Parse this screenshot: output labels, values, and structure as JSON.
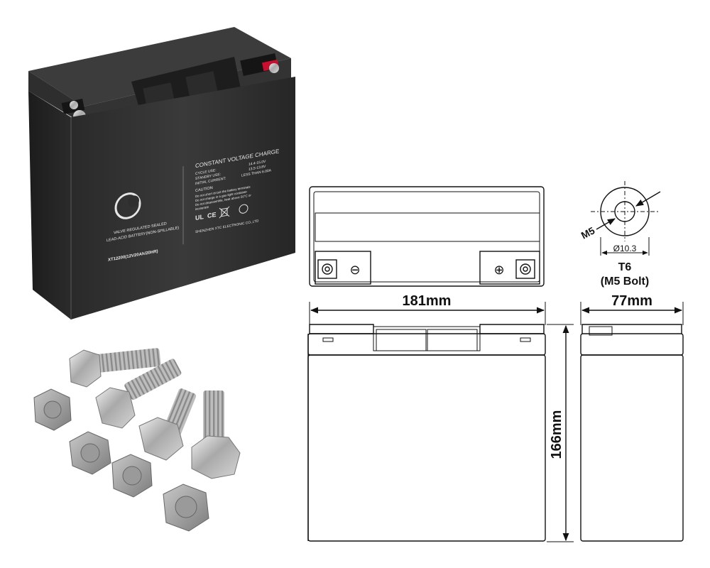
{
  "battery_label": {
    "charge_title": "CONSTANT VOLTAGE CHARGE",
    "cycle_use": "CYCLE USE:",
    "cycle_value": "14.4-15.0V",
    "standby_use": "STANDBY USE:",
    "standby_value": "13.5-13.8V",
    "initial_current": "INITIAL CURRENT:",
    "initial_value": "LESS THAN 6.00A",
    "caution": "CAUTION",
    "caution_lines": [
      "Do not short circuit the battery terminals",
      "Do not charge in a gas tight container",
      "Do not disassemble, heat above 50°C or",
      "incinerate"
    ],
    "manufacturer": "SHENZHEN XTC ELECTRONIC CO.,LTD",
    "valve_line1": "VALVE REGULATED SEALED",
    "valve_line2": "LEAD-ACID BATTERY(NON-SPILLABLE)",
    "model": "XT12200(12V20Ah/20HR)",
    "ce_mark": "CE",
    "ul_mark": "UL"
  },
  "drawing": {
    "width_label": "181mm",
    "depth_label": "77mm",
    "height_label": "166mm",
    "terminal_bolt_label": "M5",
    "terminal_diameter": "Ø10.3",
    "terminal_type": "T6",
    "terminal_bolt": "(M5 Bolt)",
    "minus_sign": "⊖",
    "plus_sign": "⊕"
  }
}
